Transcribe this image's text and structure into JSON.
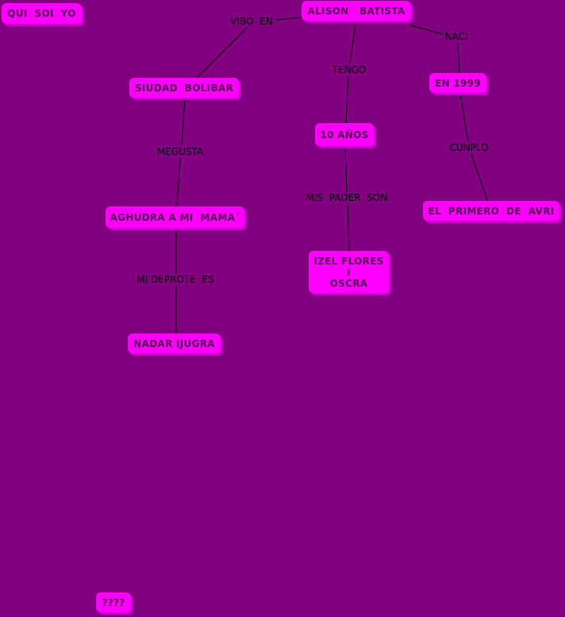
{
  "nodes": {
    "title": "QUI  SOI  YO",
    "root": "ALISON   BATISTA",
    "city": "SIUDAD  BOLIBAR",
    "age": "10 AÑOS",
    "birth_year": "EN 1999",
    "likes": "AGHUDRA A MI  MAMA´",
    "parents": "IZEL FLORES\nI\nOSCRA",
    "birthday": "EL  PRIMERO  DE  AVRI",
    "sport": "NADAR IJUGRA",
    "unknown": "????"
  },
  "links": {
    "vibo_en": "VIBO  EN",
    "tengo": "TENGO",
    "naci": "NACI",
    "megusta": "MEGUSTA",
    "mis_pader_son": "MIS  PADER  SON",
    "cunplo": "CUNPLO",
    "mi_deprote_es": "MI DEPROTE  ES"
  },
  "colors": {
    "background": "#800080",
    "node_fill": "#ff00ff",
    "node_shadow": "#cc00cc",
    "node_text": "#550055",
    "line": "#000000"
  }
}
